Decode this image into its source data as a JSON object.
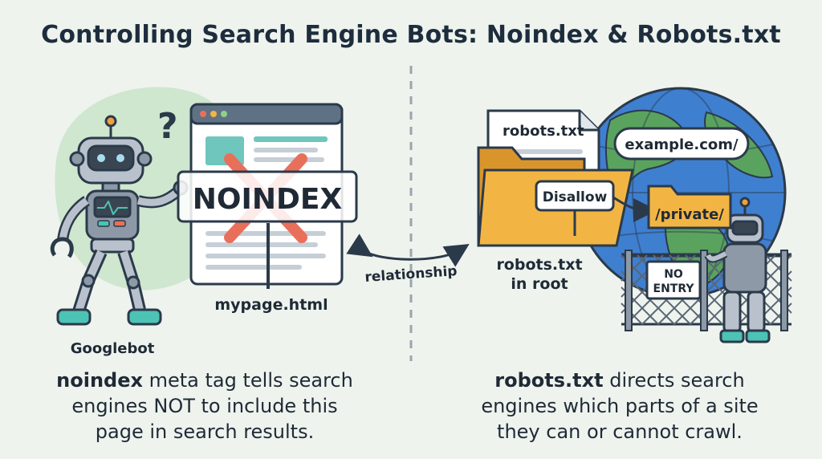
{
  "title": "Controlling Search Engine Bots: Noindex & Robots.txt",
  "left": {
    "bot_label": "Googlebot",
    "question_mark": "?",
    "sign_text": "NOINDEX",
    "file_label": "mypage.html",
    "caption_bold": "noindex",
    "caption_line1": " meta tag tells search",
    "caption_line2": "engines NOT to include this",
    "caption_line3": "page in search results."
  },
  "middle": {
    "relationship_label": "relationship"
  },
  "right": {
    "doc_label": "robots.txt",
    "domain_label": "example.com/",
    "disallow_label": "Disallow",
    "private_label": "/private/",
    "root_line1": "robots.txt",
    "root_line2": "in root",
    "no_entry_line1": "NO",
    "no_entry_line2": "ENTRY",
    "caption_bold": "robots.txt",
    "caption_line1": " directs search",
    "caption_line2": "engines which parts of a site",
    "caption_line3": "they can or cannot crawl."
  },
  "colors": {
    "outline": "#2b3a4a",
    "robot": "#8d99a6",
    "robot_light": "#b9c2cc",
    "teal": "#4cc3b4",
    "red_x": "#e8705a",
    "folder": "#f2b544",
    "globe_blue": "#3f7fd0",
    "globe_green": "#5aa35f"
  }
}
